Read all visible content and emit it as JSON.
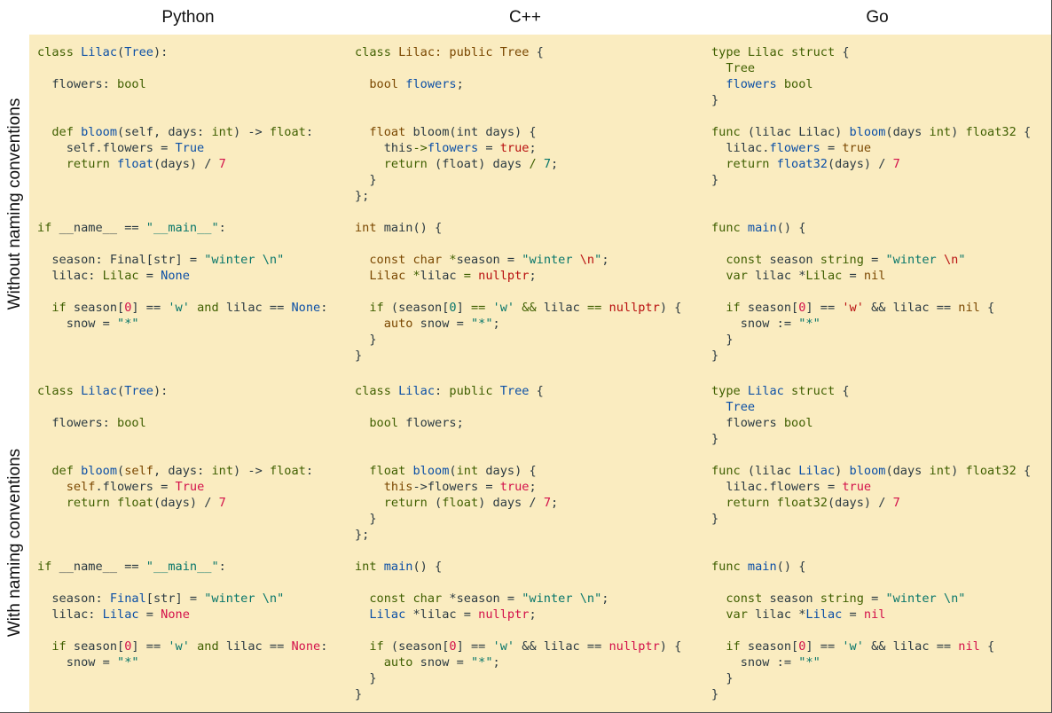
{
  "headers": {
    "python": "Python",
    "cpp": "C++",
    "go": "Go"
  },
  "rows": {
    "without": "Without naming conventions",
    "with": "With naming conventions"
  },
  "code": {
    "py_without": [
      [
        [
          "g",
          "class "
        ],
        [
          "b",
          "Lilac"
        ],
        [
          "d",
          "("
        ],
        [
          "b",
          "Tree"
        ],
        [
          "d",
          "):"
        ]
      ],
      [],
      [
        [
          "d",
          "  flowers: "
        ],
        [
          "g",
          "bool"
        ]
      ],
      [],
      [],
      [
        [
          "g",
          "  def "
        ],
        [
          "b",
          "bloom"
        ],
        [
          "d",
          "(self, days: "
        ],
        [
          "g",
          "int"
        ],
        [
          "d",
          ") -> "
        ],
        [
          "g",
          "float"
        ],
        [
          "d",
          ":"
        ]
      ],
      [
        [
          "d",
          "    self.flowers = "
        ],
        [
          "b",
          "True"
        ]
      ],
      [
        [
          "g",
          "    return "
        ],
        [
          "b",
          "float"
        ],
        [
          "d",
          "(days) / "
        ],
        [
          "c",
          "7"
        ]
      ],
      [],
      [],
      [],
      [
        [
          "g",
          "if "
        ],
        [
          "d",
          "__name__ == "
        ],
        [
          "t",
          "\"__main__\""
        ],
        [
          "d",
          ":"
        ]
      ],
      [],
      [
        [
          "d",
          "  season: Final[str] = "
        ],
        [
          "t",
          "\"winter \\n\""
        ]
      ],
      [
        [
          "d",
          "  lilac: "
        ],
        [
          "g",
          "Lilac"
        ],
        [
          "d",
          " = "
        ],
        [
          "b",
          "None"
        ]
      ],
      [],
      [
        [
          "g",
          "  if "
        ],
        [
          "d",
          "season["
        ],
        [
          "c",
          "0"
        ],
        [
          "d",
          "] == "
        ],
        [
          "t",
          "'w'"
        ],
        [
          "g",
          " and "
        ],
        [
          "d",
          "lilac == "
        ],
        [
          "b",
          "None"
        ],
        [
          "d",
          ":"
        ]
      ],
      [
        [
          "d",
          "    snow = "
        ],
        [
          "t",
          "\"*\""
        ]
      ]
    ],
    "cpp_without": [
      [
        [
          "g",
          "class "
        ],
        [
          "o",
          "Lilac: public Tree "
        ],
        [
          "d",
          "{"
        ]
      ],
      [],
      [
        [
          "o",
          "  bool "
        ],
        [
          "b",
          "flowers"
        ],
        [
          "d",
          ";"
        ]
      ],
      [],
      [],
      [
        [
          "o",
          "  float "
        ],
        [
          "d",
          "bloom(int days) {"
        ]
      ],
      [
        [
          "d",
          "    this"
        ],
        [
          "g",
          "->"
        ],
        [
          "b",
          "flowers"
        ],
        [
          "d",
          " = "
        ],
        [
          "r",
          "true"
        ],
        [
          "d",
          ";"
        ]
      ],
      [
        [
          "g",
          "    return "
        ],
        [
          "d",
          "(float) days "
        ],
        [
          "g",
          "/ "
        ],
        [
          "t",
          "7"
        ],
        [
          "d",
          ";"
        ]
      ],
      [
        [
          "d",
          "  }"
        ]
      ],
      [
        [
          "d",
          "};"
        ]
      ],
      [],
      [
        [
          "o",
          "int "
        ],
        [
          "d",
          "main() {"
        ]
      ],
      [],
      [
        [
          "o",
          "  const char "
        ],
        [
          "g",
          "*"
        ],
        [
          "d",
          "season = "
        ],
        [
          "t",
          "\"winter "
        ],
        [
          "r",
          "\\n"
        ],
        [
          "t",
          "\""
        ],
        [
          "d",
          ";"
        ]
      ],
      [
        [
          "o",
          "  Lilac "
        ],
        [
          "g",
          "*"
        ],
        [
          "d",
          "lilac "
        ],
        [
          "g",
          "= "
        ],
        [
          "r",
          "nullptr"
        ],
        [
          "d",
          ";"
        ]
      ],
      [],
      [
        [
          "g",
          "  if "
        ],
        [
          "d",
          "(season["
        ],
        [
          "t",
          "0"
        ],
        [
          "d",
          "] "
        ],
        [
          "g",
          "=="
        ],
        [
          "d",
          " "
        ],
        [
          "t",
          "'w'"
        ],
        [
          "d",
          " "
        ],
        [
          "g",
          "&&"
        ],
        [
          "d",
          " lilac "
        ],
        [
          "g",
          "=="
        ],
        [
          "d",
          " "
        ],
        [
          "r",
          "nullptr"
        ],
        [
          "d",
          ") {"
        ]
      ],
      [
        [
          "o",
          "    auto "
        ],
        [
          "d",
          "snow = "
        ],
        [
          "t",
          "\"*\""
        ],
        [
          "d",
          ";"
        ]
      ],
      [
        [
          "d",
          "  }"
        ]
      ],
      [
        [
          "d",
          "}"
        ]
      ]
    ],
    "go_without": [
      [
        [
          "g",
          "type Lilac struct "
        ],
        [
          "d",
          "{"
        ]
      ],
      [
        [
          "g",
          "  Tree"
        ]
      ],
      [
        [
          "b",
          "  flowers "
        ],
        [
          "g",
          "bool"
        ]
      ],
      [
        [
          "d",
          "}"
        ]
      ],
      [],
      [
        [
          "g",
          "func "
        ],
        [
          "d",
          "(lilac Lilac) "
        ],
        [
          "b",
          "bloom"
        ],
        [
          "d",
          "(days "
        ],
        [
          "g",
          "int"
        ],
        [
          "d",
          ") "
        ],
        [
          "g",
          "float32"
        ],
        [
          "d",
          " {"
        ]
      ],
      [
        [
          "d",
          "  lilac."
        ],
        [
          "b",
          "flowers"
        ],
        [
          "d",
          " = "
        ],
        [
          "o",
          "true"
        ]
      ],
      [
        [
          "g",
          "  return "
        ],
        [
          "b",
          "float32"
        ],
        [
          "d",
          "(days) / "
        ],
        [
          "c",
          "7"
        ]
      ],
      [
        [
          "d",
          "}"
        ]
      ],
      [],
      [],
      [
        [
          "g",
          "func "
        ],
        [
          "b",
          "main"
        ],
        [
          "d",
          "() {"
        ]
      ],
      [],
      [
        [
          "g",
          "  const "
        ],
        [
          "d",
          "season "
        ],
        [
          "g",
          "string"
        ],
        [
          "d",
          " = "
        ],
        [
          "t",
          "\"winter "
        ],
        [
          "r",
          "\\n"
        ],
        [
          "t",
          "\""
        ]
      ],
      [
        [
          "g",
          "  var "
        ],
        [
          "d",
          "lilac *"
        ],
        [
          "g",
          "Lilac"
        ],
        [
          "d",
          " = "
        ],
        [
          "o",
          "nil"
        ]
      ],
      [],
      [
        [
          "g",
          "  if "
        ],
        [
          "d",
          "season["
        ],
        [
          "c",
          "0"
        ],
        [
          "d",
          "] == "
        ],
        [
          "r",
          "'w'"
        ],
        [
          "d",
          " && lilac == "
        ],
        [
          "o",
          "nil"
        ],
        [
          "d",
          " {"
        ]
      ],
      [
        [
          "d",
          "    snow := "
        ],
        [
          "t",
          "\"*\""
        ]
      ],
      [
        [
          "d",
          "  }"
        ]
      ],
      [
        [
          "d",
          "}"
        ]
      ]
    ],
    "py_with": [
      [
        [
          "g",
          "class "
        ],
        [
          "b",
          "Lilac"
        ],
        [
          "d",
          "("
        ],
        [
          "b",
          "Tree"
        ],
        [
          "d",
          "):"
        ]
      ],
      [],
      [
        [
          "d",
          "  flowers: "
        ],
        [
          "g",
          "bool"
        ]
      ],
      [],
      [],
      [
        [
          "g",
          "  def "
        ],
        [
          "b",
          "bloom"
        ],
        [
          "d",
          "("
        ],
        [
          "o",
          "self"
        ],
        [
          "d",
          ", days: "
        ],
        [
          "g",
          "int"
        ],
        [
          "d",
          ") -> "
        ],
        [
          "g",
          "float"
        ],
        [
          "d",
          ":"
        ]
      ],
      [
        [
          "o",
          "    self"
        ],
        [
          "d",
          ".flowers = "
        ],
        [
          "c",
          "True"
        ]
      ],
      [
        [
          "g",
          "    return float"
        ],
        [
          "d",
          "(days) / "
        ],
        [
          "c",
          "7"
        ]
      ],
      [],
      [],
      [],
      [
        [
          "g",
          "if "
        ],
        [
          "d",
          "__name__ == "
        ],
        [
          "t",
          "\"__main__\""
        ],
        [
          "d",
          ":"
        ]
      ],
      [],
      [
        [
          "d",
          "  season: "
        ],
        [
          "b",
          "Final"
        ],
        [
          "d",
          "[str] = "
        ],
        [
          "t",
          "\"winter \\n\""
        ]
      ],
      [
        [
          "d",
          "  lilac: "
        ],
        [
          "b",
          "Lilac"
        ],
        [
          "d",
          " = "
        ],
        [
          "c",
          "None"
        ]
      ],
      [],
      [
        [
          "g",
          "  if "
        ],
        [
          "d",
          "season["
        ],
        [
          "c",
          "0"
        ],
        [
          "d",
          "] == "
        ],
        [
          "t",
          "'w'"
        ],
        [
          "g",
          " and "
        ],
        [
          "d",
          "lilac == "
        ],
        [
          "c",
          "None"
        ],
        [
          "d",
          ":"
        ]
      ],
      [
        [
          "d",
          "    snow = "
        ],
        [
          "t",
          "\"*\""
        ]
      ]
    ],
    "cpp_with": [
      [
        [
          "g",
          "class "
        ],
        [
          "b",
          "Lilac"
        ],
        [
          "d",
          ": "
        ],
        [
          "g",
          "public "
        ],
        [
          "b",
          "Tree"
        ],
        [
          "d",
          " {"
        ]
      ],
      [],
      [
        [
          "g",
          "  bool "
        ],
        [
          "d",
          "flowers;"
        ]
      ],
      [],
      [],
      [
        [
          "g",
          "  float "
        ],
        [
          "b",
          "bloom"
        ],
        [
          "d",
          "("
        ],
        [
          "g",
          "int"
        ],
        [
          "d",
          " days) {"
        ]
      ],
      [
        [
          "o",
          "    this"
        ],
        [
          "d",
          "->flowers = "
        ],
        [
          "c",
          "true"
        ],
        [
          "d",
          ";"
        ]
      ],
      [
        [
          "g",
          "    return "
        ],
        [
          "d",
          "("
        ],
        [
          "g",
          "float"
        ],
        [
          "d",
          ") days / "
        ],
        [
          "c",
          "7"
        ],
        [
          "d",
          ";"
        ]
      ],
      [
        [
          "d",
          "  }"
        ]
      ],
      [
        [
          "d",
          "};"
        ]
      ],
      [],
      [
        [
          "g",
          "int "
        ],
        [
          "b",
          "main"
        ],
        [
          "d",
          "() {"
        ]
      ],
      [],
      [
        [
          "g",
          "  const char "
        ],
        [
          "d",
          "*season = "
        ],
        [
          "t",
          "\"winter \\n\""
        ],
        [
          "d",
          ";"
        ]
      ],
      [
        [
          "b",
          "  Lilac "
        ],
        [
          "d",
          "*lilac = "
        ],
        [
          "c",
          "nullptr"
        ],
        [
          "d",
          ";"
        ]
      ],
      [],
      [
        [
          "g",
          "  if "
        ],
        [
          "d",
          "(season["
        ],
        [
          "c",
          "0"
        ],
        [
          "d",
          "] == "
        ],
        [
          "t",
          "'w'"
        ],
        [
          "d",
          " && lilac == "
        ],
        [
          "c",
          "nullptr"
        ],
        [
          "d",
          ") {"
        ]
      ],
      [
        [
          "g",
          "    auto "
        ],
        [
          "d",
          "snow = "
        ],
        [
          "t",
          "\"*\""
        ],
        [
          "d",
          ";"
        ]
      ],
      [
        [
          "d",
          "  }"
        ]
      ],
      [
        [
          "d",
          "}"
        ]
      ]
    ],
    "go_with": [
      [
        [
          "g",
          "type "
        ],
        [
          "b",
          "Lilac"
        ],
        [
          "g",
          " struct "
        ],
        [
          "d",
          "{"
        ]
      ],
      [
        [
          "b",
          "  Tree"
        ]
      ],
      [
        [
          "d",
          "  flowers "
        ],
        [
          "g",
          "bool"
        ]
      ],
      [
        [
          "d",
          "}"
        ]
      ],
      [],
      [
        [
          "g",
          "func "
        ],
        [
          "d",
          "(lilac "
        ],
        [
          "b",
          "Lilac"
        ],
        [
          "d",
          ") "
        ],
        [
          "b",
          "bloom"
        ],
        [
          "d",
          "(days "
        ],
        [
          "g",
          "int"
        ],
        [
          "d",
          ") "
        ],
        [
          "g",
          "float32"
        ],
        [
          "d",
          " {"
        ]
      ],
      [
        [
          "d",
          "  lilac.flowers = "
        ],
        [
          "c",
          "true"
        ]
      ],
      [
        [
          "g",
          "  return float32"
        ],
        [
          "d",
          "(days) / "
        ],
        [
          "c",
          "7"
        ]
      ],
      [
        [
          "d",
          "}"
        ]
      ],
      [],
      [],
      [
        [
          "g",
          "func "
        ],
        [
          "b",
          "main"
        ],
        [
          "d",
          "() {"
        ]
      ],
      [],
      [
        [
          "g",
          "  const "
        ],
        [
          "d",
          "season "
        ],
        [
          "g",
          "string"
        ],
        [
          "d",
          " = "
        ],
        [
          "t",
          "\"winter \\n\""
        ]
      ],
      [
        [
          "g",
          "  var "
        ],
        [
          "d",
          "lilac *"
        ],
        [
          "b",
          "Lilac"
        ],
        [
          "d",
          " = "
        ],
        [
          "c",
          "nil"
        ]
      ],
      [],
      [
        [
          "g",
          "  if "
        ],
        [
          "d",
          "season["
        ],
        [
          "c",
          "0"
        ],
        [
          "d",
          "] == "
        ],
        [
          "t",
          "'w'"
        ],
        [
          "d",
          " && lilac == "
        ],
        [
          "c",
          "nil"
        ],
        [
          "d",
          " {"
        ]
      ],
      [
        [
          "d",
          "    snow := "
        ],
        [
          "t",
          "\"*\""
        ]
      ],
      [
        [
          "d",
          "  }"
        ]
      ],
      [
        [
          "d",
          "}"
        ]
      ]
    ]
  }
}
